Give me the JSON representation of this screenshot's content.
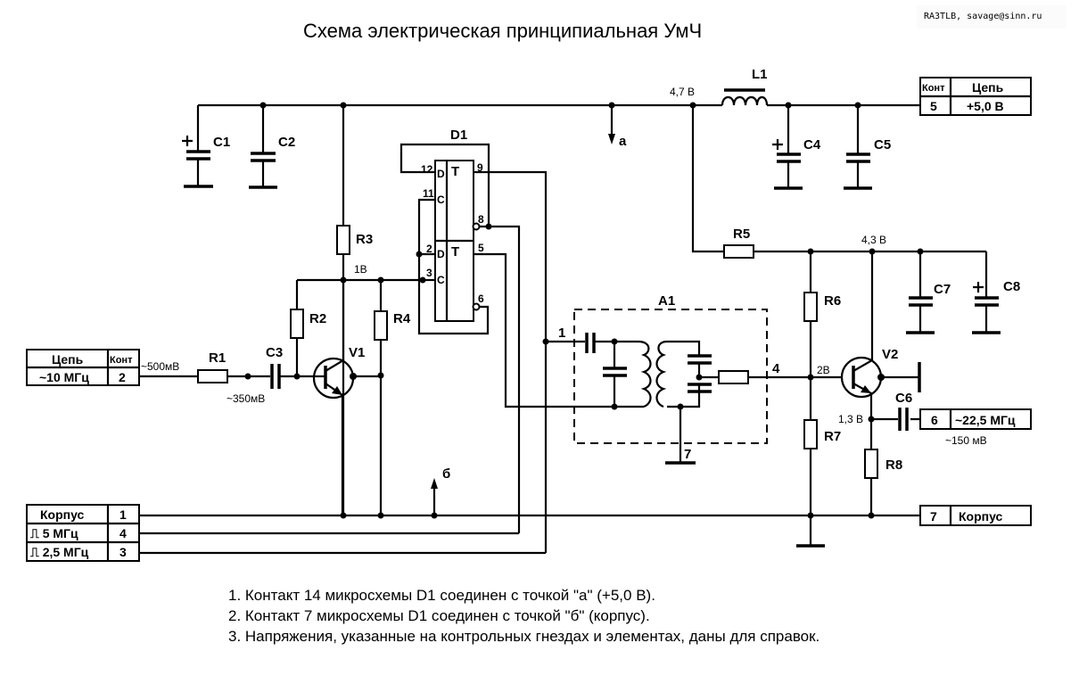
{
  "title": "Схема электрическая принципиальная УмЧ",
  "credit": "RA3TLB, savage@sinn.ru",
  "components": {
    "capacitors": [
      "C1",
      "C2",
      "C3",
      "C4",
      "C5",
      "C6",
      "C7",
      "C8"
    ],
    "resistors": [
      "R1",
      "R2",
      "R3",
      "R4",
      "R5",
      "R6",
      "R7",
      "R8"
    ],
    "inductor": "L1",
    "transistors": [
      "V1",
      "V2"
    ],
    "ic": "D1",
    "module": "A1"
  },
  "ic_d1": {
    "label": "D1",
    "upper_trigger": {
      "type": "T",
      "inputs": [
        {
          "pin": "12",
          "name": "D"
        },
        {
          "pin": "11",
          "name": "C"
        }
      ],
      "outputs": [
        {
          "pin": "9",
          "inverted": false
        },
        {
          "pin": "8",
          "inverted": true
        }
      ]
    },
    "lower_trigger": {
      "type": "T",
      "inputs": [
        {
          "pin": "2",
          "name": "D"
        },
        {
          "pin": "3",
          "name": "C"
        }
      ],
      "outputs": [
        {
          "pin": "5",
          "inverted": false
        },
        {
          "pin": "6",
          "inverted": true
        }
      ]
    }
  },
  "module_a1": {
    "label": "A1",
    "pins": [
      "1",
      "4",
      "7"
    ]
  },
  "test_points": {
    "a": "a",
    "b": "б"
  },
  "voltages": {
    "node_l1": "4,7 В",
    "v1_collector": "1В",
    "v2_collector": "4,3 В",
    "v2_base": "2В",
    "v2_emitter": "1,3 В",
    "input_after_r1": "~500мВ",
    "input_after_c3": "~350мВ",
    "output": "~150 мВ"
  },
  "connectors": {
    "power": {
      "head": [
        "Конт",
        "Цепь"
      ],
      "row": [
        "5",
        "+5,0 В"
      ]
    },
    "input": {
      "head": [
        "Цепь",
        "Конт"
      ],
      "row": [
        "~10 МГц",
        "2"
      ]
    },
    "left_bottom": [
      {
        "name": "Корпус",
        "pin": "1"
      },
      {
        "name": "⎍ 5 МГц",
        "pin": "4"
      },
      {
        "name": "⎍ 2,5 МГц",
        "pin": "3"
      }
    ],
    "output": {
      "pin": "6",
      "name": "~22,5 МГц"
    },
    "ground_right": {
      "pin": "7",
      "name": "Корпус"
    }
  },
  "notes": [
    "1. Контакт 14 микросхемы D1 соединен с точкой \"а\" (+5,0 В).",
    "2. Контакт 7 микросхемы D1 соединен с точкой \"б\" (корпус).",
    "3. Напряжения, указанные на контрольных гнездах и элементах, даны для справок."
  ]
}
